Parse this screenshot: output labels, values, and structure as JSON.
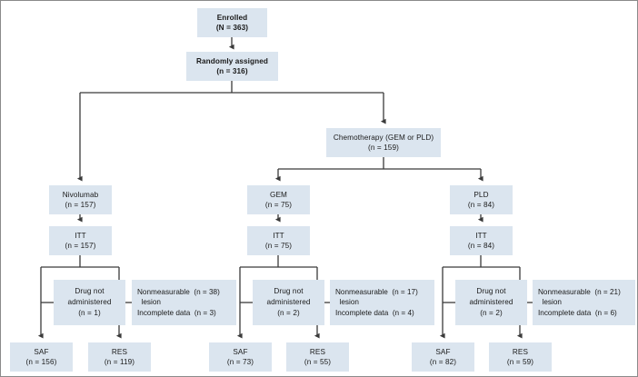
{
  "figure": {
    "title": "CONSORT patient flow diagram",
    "box_fill": "#dbe5ef",
    "line_color": "#3a3a3a",
    "border_color": "#8a8a8a"
  },
  "nodes": {
    "enrolled": {
      "line1": "Enrolled",
      "line2": "(N = 363)"
    },
    "randomized": {
      "line1": "Randomly assigned",
      "line2": "(n = 316)"
    },
    "chemotherapy": {
      "line1": "Chemotherapy (GEM or PLD)",
      "line2": "(n = 159)"
    },
    "nivolumab": {
      "line1": "Nivolumab",
      "line2": "(n = 157)"
    },
    "gem": {
      "line1": "GEM",
      "line2": "(n = 75)"
    },
    "pld": {
      "line1": "PLD",
      "line2": "(n = 84)"
    },
    "itt_nivolumab": {
      "line1": "ITT",
      "line2": "(n = 157)"
    },
    "itt_gem": {
      "line1": "ITT",
      "line2": "(n = 75)"
    },
    "itt_pld": {
      "line1": "ITT",
      "line2": "(n = 84)"
    },
    "saf_nivolumab": {
      "line1": "SAF",
      "line2": "(n = 156)"
    },
    "res_nivolumab": {
      "line1": "RES",
      "line2": "(n = 119)"
    },
    "saf_gem": {
      "line1": "SAF",
      "line2": "(n = 73)"
    },
    "res_gem": {
      "line1": "RES",
      "line2": "(n = 55)"
    },
    "saf_pld": {
      "line1": "SAF",
      "line2": "(n = 82)"
    },
    "res_pld": {
      "line1": "RES",
      "line2": "(n = 59)"
    }
  },
  "exclusions": {
    "nivolumab_saf": {
      "line1": "Drug not",
      "line2": "administered",
      "line3": "(n = 1)"
    },
    "nivolumab_res": {
      "label1": "Nonmeasurable",
      "count1": "(n = 38)",
      "label1b": "lesion",
      "label2": "Incomplete data",
      "count2": "(n = 3)"
    },
    "gem_saf": {
      "line1": "Drug not",
      "line2": "administered",
      "line3": "(n = 2)"
    },
    "gem_res": {
      "label1": "Nonmeasurable",
      "count1": "(n = 17)",
      "label1b": "lesion",
      "label2": "Incomplete data",
      "count2": "(n = 4)"
    },
    "pld_saf": {
      "line1": "Drug not",
      "line2": "administered",
      "line3": "(n = 2)"
    },
    "pld_res": {
      "label1": "Nonmeasurable",
      "count1": "(n = 21)",
      "label1b": "lesion",
      "label2": "Incomplete data",
      "count2": "(n = 6)"
    }
  }
}
